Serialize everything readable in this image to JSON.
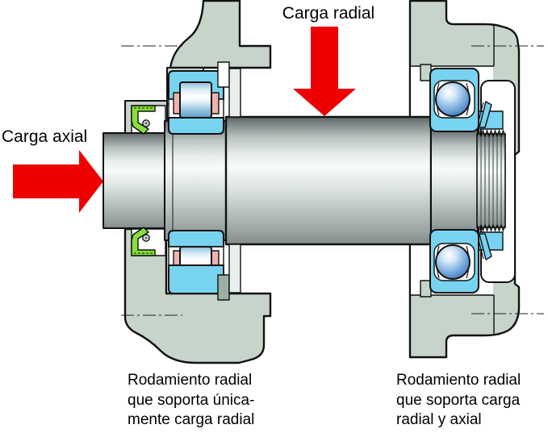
{
  "diagram": {
    "labels": {
      "radial_load": "Carga radial",
      "axial_load": "Carga axial"
    },
    "captions": {
      "left": {
        "line1": "Rodamiento radial",
        "line2": "que soporta única-",
        "line3": "mente carga radial"
      },
      "right": {
        "line1": "Rodamiento radial",
        "line2": "que soporta carga",
        "line3": "radial y axial"
      }
    },
    "colors": {
      "housing": "#c6d4c9",
      "bearing_cyan": "#77d3f0",
      "seal_green": "#86df3a",
      "cage_pink": "#f0b2ae",
      "arrow_red": "#ee0000",
      "ball_blue": "#3e74ba",
      "outline": "#111111",
      "metal_light": "#f7faf9",
      "metal_dark": "#5d6565",
      "spacer_gray": "#e9efef",
      "tab_gray": "#9cafa4"
    }
  }
}
